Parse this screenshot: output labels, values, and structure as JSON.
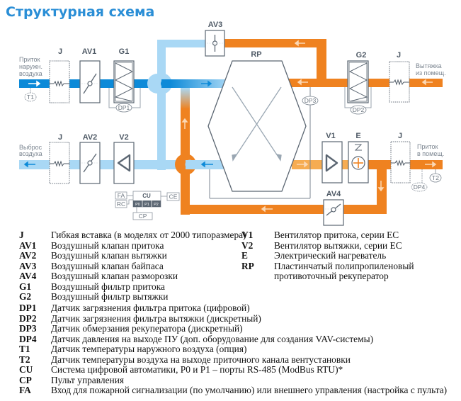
{
  "title": "Структурная схема",
  "colors": {
    "title": "#2a8ed6",
    "supply_dark_blue": "#0d8ad8",
    "light_blue": "#a9d8f5",
    "orange": "#ef8220",
    "light_orange": "#f6ac52",
    "component_stroke": "#4f5a66"
  },
  "diagram": {
    "labels": {
      "inlet_outdoor": [
        "Приток",
        "наружн.",
        "воздуха"
      ],
      "exhaust_from_room": [
        "Вытяжка",
        "из помещ."
      ],
      "exhaust_out": [
        "Выброс",
        "воздуха"
      ],
      "supply_to_room": [
        "Приток",
        "в помещ."
      ]
    },
    "components": {
      "j": "J",
      "av1": "AV1",
      "av2": "AV2",
      "av3": "AV3",
      "av4": "AV4",
      "g1": "G1",
      "g2": "G2",
      "v1": "V1",
      "v2": "V2",
      "e": "E",
      "rp": "RP"
    },
    "sensors": {
      "t1": "T1",
      "t2": "T2",
      "dp1": "DP1",
      "dp2": "DP2",
      "dp3": "DP3",
      "dp4": "DP4"
    },
    "control": {
      "cu": "CU",
      "fa": "FA",
      "rc": "RC",
      "ce": "CE",
      "cp": "CP",
      "ports": [
        "P0",
        "P1",
        "P2"
      ]
    }
  },
  "legend": {
    "col1": [
      {
        "key": "J",
        "text": "Гибкая вставка (в моделях от 2000 типоразмера)"
      },
      {
        "key": "AV1",
        "text": "Воздушный клапан притока"
      },
      {
        "key": "AV2",
        "text": "Воздушный клапан вытяжки"
      },
      {
        "key": "AV3",
        "text": "Воздушный клапан байпаса"
      },
      {
        "key": "AV4",
        "text": "Воздушный клапан разморозки"
      },
      {
        "key": "G1",
        "text": "Воздушный фильтр притока"
      },
      {
        "key": "G2",
        "text": "Воздушный фильтр вытяжки"
      }
    ],
    "col2": [
      {
        "key": "V1",
        "text": "Вентилятор притока, серии ЕС"
      },
      {
        "key": "V2",
        "text": "Вентилятор вытяжки, серии ЕС"
      },
      {
        "key": "E",
        "text": "Электрический нагреватель"
      },
      {
        "key": "RP",
        "text": "Пластинчатый полипропиленовый"
      },
      {
        "key": "",
        "text": "противоточный рекуператор"
      }
    ],
    "col3": [
      {
        "key": "DP1",
        "text": "Датчик загрязнения фильтра притока (цифровой)"
      },
      {
        "key": "DP2",
        "text": "Датчик загрязнения фильтра вытяжки (дискретный)"
      },
      {
        "key": "DP3",
        "text": "Датчик обмерзания рекуператора (дискретный)"
      },
      {
        "key": "DP4",
        "text": "Датчик давления на выходе ПУ (доп. оборудование для создания VAV-системы)"
      },
      {
        "key": "T1",
        "text": "Датчик температуры наружного воздуха (опция)"
      },
      {
        "key": "T2",
        "text": "Датчик температуры воздуха на выходе приточного канала вентустановки"
      },
      {
        "key": "CU",
        "text": "Система цифровой автоматики, P0 и P1 – порты RS-485 (ModBus RTU)*"
      },
      {
        "key": "CP",
        "text": "Пульт управления"
      },
      {
        "key": "FA",
        "text": "Вход для пожарной сигнализации (по умолчанию) или внешнего управления (настройка с пульта)"
      }
    ]
  }
}
